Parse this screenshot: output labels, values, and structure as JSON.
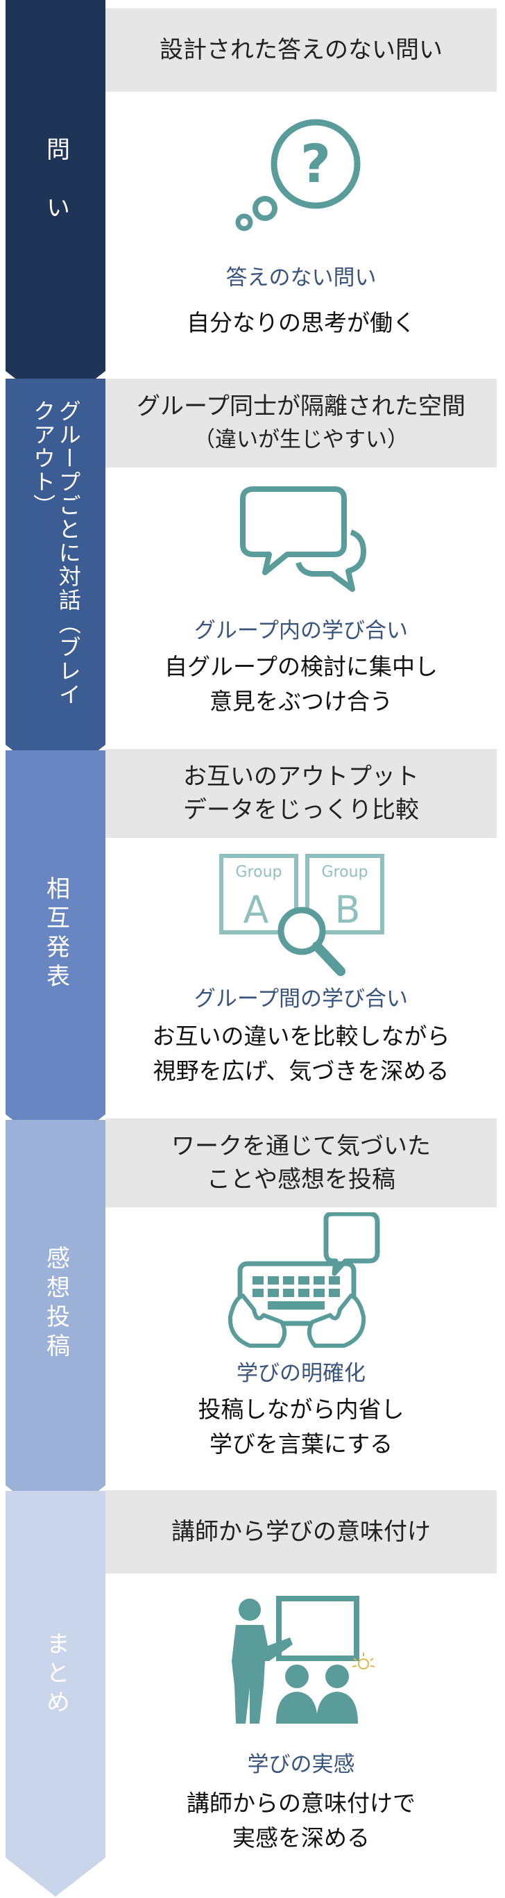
{
  "colors": {
    "stage1": "#1f3558",
    "stage2": "#3c5d93",
    "stage3": "#6887c2",
    "stage4": "#9bb1d8",
    "stage5": "#c9d5ea",
    "icon_teal": "#5a9c9a",
    "header_bg": "#e6e6e6"
  },
  "stages": [
    {
      "label": "問　い",
      "header": [
        "設計された答えのない問い"
      ],
      "icon": "question-bubble-icon",
      "subtitle": "答えのない問い",
      "description": [
        "自分なりの思考が働く"
      ]
    },
    {
      "label": "グループごとに対話（ブレイクアウト）",
      "header": [
        "グループ同士が隔離された空間",
        "（違いが生じやすい）"
      ],
      "icon": "chat-bubbles-icon",
      "subtitle": "グループ内の学び合い",
      "description": [
        "自グループの検討に集中し",
        "意見をぶつけ合う"
      ]
    },
    {
      "label": "相互発表",
      "header": [
        "お互いのアウトプット",
        "データをじっくり比較"
      ],
      "icon": "group-compare-icon",
      "icon_labels": [
        "Group",
        "Group",
        "A",
        "B"
      ],
      "subtitle": "グループ間の学び合い",
      "description": [
        "お互いの違いを比較しながら",
        "視野を広げ、気づきを深める"
      ]
    },
    {
      "label": "感想投稿",
      "header": [
        "ワークを通じて気づいた",
        "ことや感想を投稿"
      ],
      "icon": "keyboard-comment-icon",
      "subtitle": "学びの明確化",
      "description": [
        "投稿しながら内省し",
        "学びを言葉にする"
      ]
    },
    {
      "label": "まとめ",
      "header": [
        "講師から学びの意味付け"
      ],
      "icon": "lecturer-icon",
      "subtitle": "学びの実感",
      "description": [
        "講師からの意味付けで",
        "実感を深める"
      ]
    }
  ]
}
